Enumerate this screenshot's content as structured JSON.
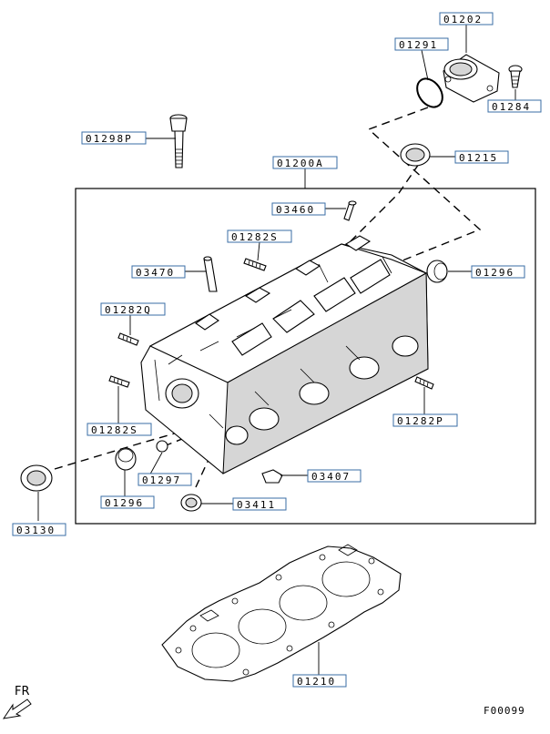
{
  "diagram": {
    "figure_code": "F00099",
    "front_marker": "FR",
    "callouts": [
      {
        "id": "c01202",
        "text": "01202"
      },
      {
        "id": "c01291",
        "text": "01291"
      },
      {
        "id": "c01284",
        "text": "01284"
      },
      {
        "id": "c01298p",
        "text": "01298P"
      },
      {
        "id": "c01200a",
        "text": "01200A"
      },
      {
        "id": "c01215",
        "text": "01215"
      },
      {
        "id": "c03460",
        "text": "03460"
      },
      {
        "id": "c01282s_top",
        "text": "01282S"
      },
      {
        "id": "c03470",
        "text": "03470"
      },
      {
        "id": "c01296_right",
        "text": "01296"
      },
      {
        "id": "c01282q",
        "text": "01282Q"
      },
      {
        "id": "c01282p",
        "text": "01282P"
      },
      {
        "id": "c01282s_low",
        "text": "01282S"
      },
      {
        "id": "c01297",
        "text": "01297"
      },
      {
        "id": "c03407",
        "text": "03407"
      },
      {
        "id": "c01296_left",
        "text": "01296"
      },
      {
        "id": "c03411",
        "text": "03411"
      },
      {
        "id": "c03130",
        "text": "03130"
      },
      {
        "id": "c01210",
        "text": "01210"
      }
    ]
  }
}
